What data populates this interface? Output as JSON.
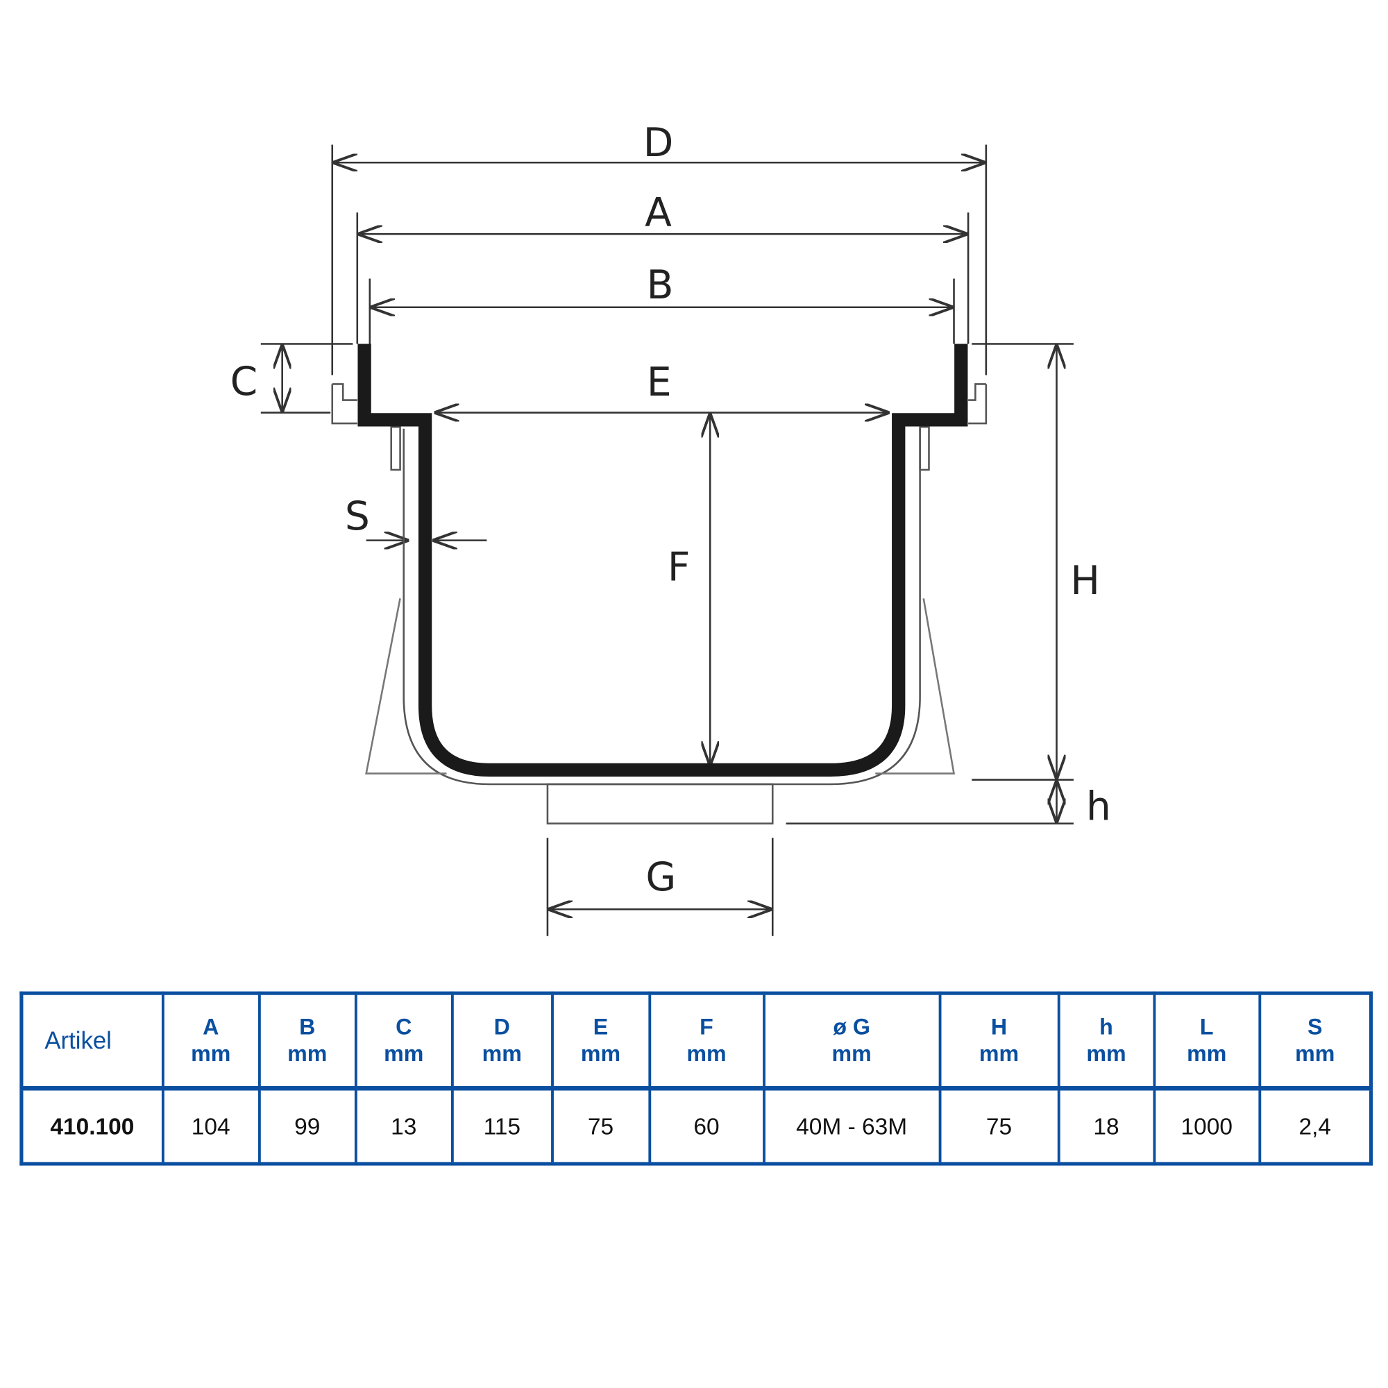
{
  "diagram": {
    "labels": {
      "D": "D",
      "A": "A",
      "B": "B",
      "C": "C",
      "E": "E",
      "S": "S",
      "F": "F",
      "H": "H",
      "h": "h",
      "G": "G"
    }
  },
  "table": {
    "headers": [
      {
        "name": "Artikel",
        "unit": ""
      },
      {
        "name": "A",
        "unit": "mm"
      },
      {
        "name": "B",
        "unit": "mm"
      },
      {
        "name": "C",
        "unit": "mm"
      },
      {
        "name": "D",
        "unit": "mm"
      },
      {
        "name": "E",
        "unit": "mm"
      },
      {
        "name": "F",
        "unit": "mm"
      },
      {
        "name": "ø G",
        "unit": "mm"
      },
      {
        "name": "H",
        "unit": "mm"
      },
      {
        "name": "h",
        "unit": "mm"
      },
      {
        "name": "L",
        "unit": "mm"
      },
      {
        "name": "S",
        "unit": "mm"
      }
    ],
    "row": [
      "410.100",
      "104",
      "99",
      "13",
      "115",
      "75",
      "60",
      "40M - 63M",
      "75",
      "18",
      "1000",
      "2,4"
    ]
  },
  "colors": {
    "border": "#0a4fa0"
  }
}
